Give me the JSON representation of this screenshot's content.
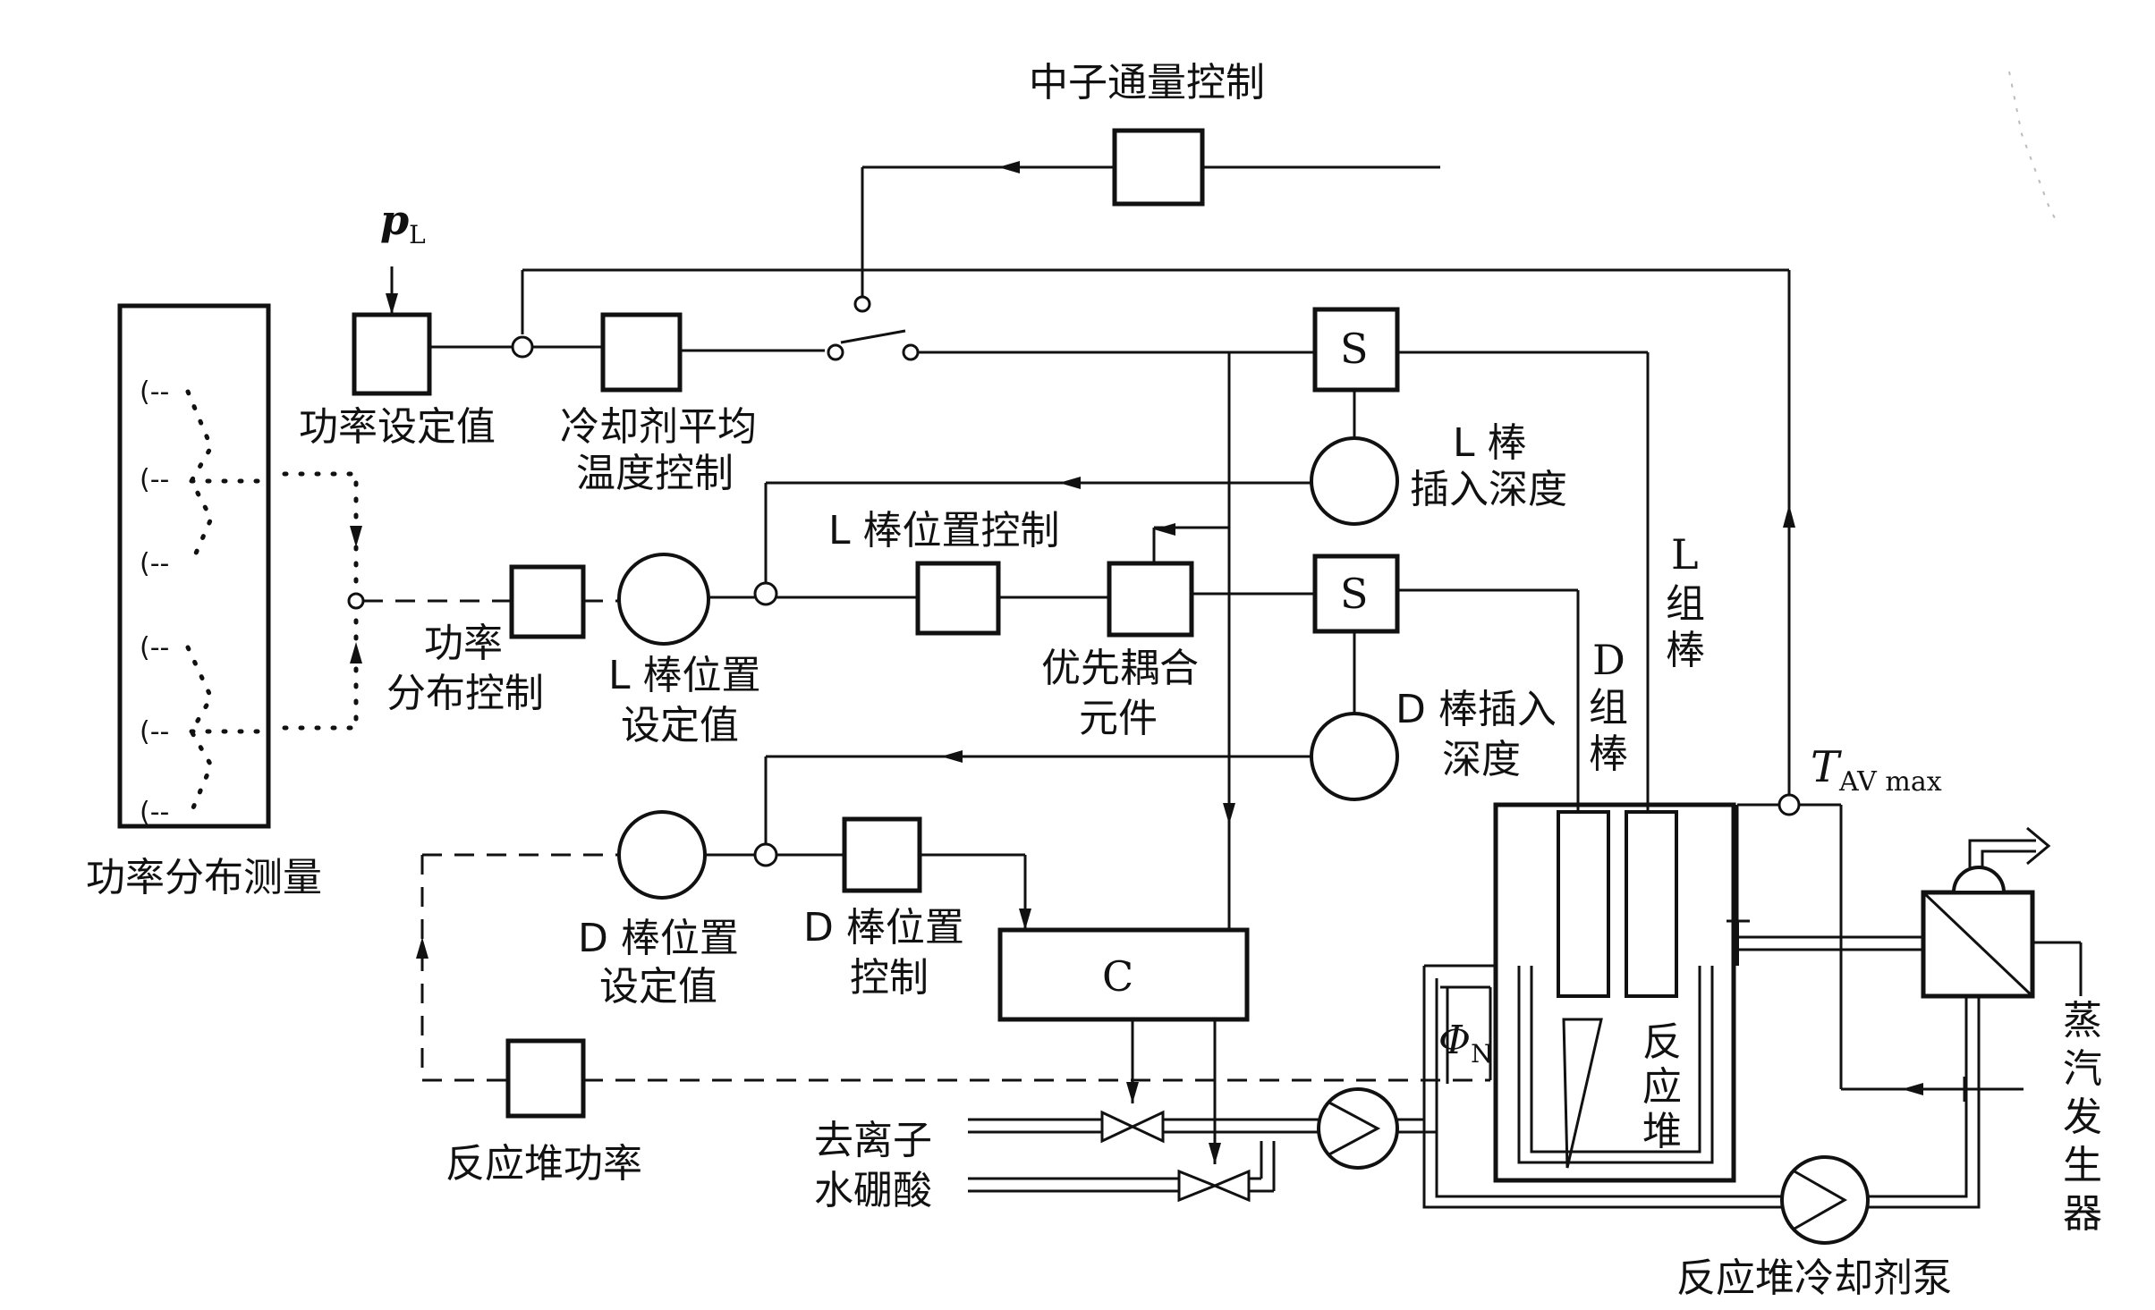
{
  "labels": {
    "neutron_flux_control": "中子通量控制",
    "pL_main": "p",
    "pL_sub": "L",
    "power_setpoint": "功率设定值",
    "coolant_avg_temp_1": "冷却剂平均",
    "coolant_avg_temp_2": "温度控制",
    "s_top": "S",
    "s_mid": "S",
    "l_rod_insert_1": "L 棒",
    "l_rod_insert_2": "插入深度",
    "l_rod_pos_control": "L 棒位置控制",
    "power_dist_control_1": "功率",
    "power_dist_control_2": "分布控制",
    "l_rod_setpoint_1": "L 棒位置",
    "l_rod_setpoint_2": "设定值",
    "priority_coupling_1": "优先耦合",
    "priority_coupling_2": "元件",
    "d_rod_insert_1": "D 棒插入",
    "d_rod_insert_2": "深度",
    "l_group_rod_1": "L",
    "l_group_rod_2": "组",
    "l_group_rod_3": "棒",
    "d_group_rod_1": "D",
    "d_group_rod_2": "组",
    "d_group_rod_3": "棒",
    "tav_main": "T",
    "tav_sub": "AV max",
    "power_dist_measure": "功率分布测量",
    "d_rod_setpoint_1": "D 棒位置",
    "d_rod_setpoint_2": "设定值",
    "d_rod_pos_control_1": "D 棒位置",
    "d_rod_pos_control_2": "控制",
    "c_box": "C",
    "phi_main": "Φ",
    "phi_sub": "N",
    "reactor_1": "反",
    "reactor_2": "应",
    "reactor_3": "堆",
    "reactor_power": "反应堆功率",
    "deionized_1": "去离子",
    "deionized_2": "水硼酸",
    "steam_gen_1": "蒸",
    "steam_gen_2": "汽",
    "steam_gen_3": "发",
    "steam_gen_4": "生",
    "steam_gen_5": "器",
    "coolant_pump": "反应堆冷却剂泵",
    "detector_mark": "(--"
  }
}
